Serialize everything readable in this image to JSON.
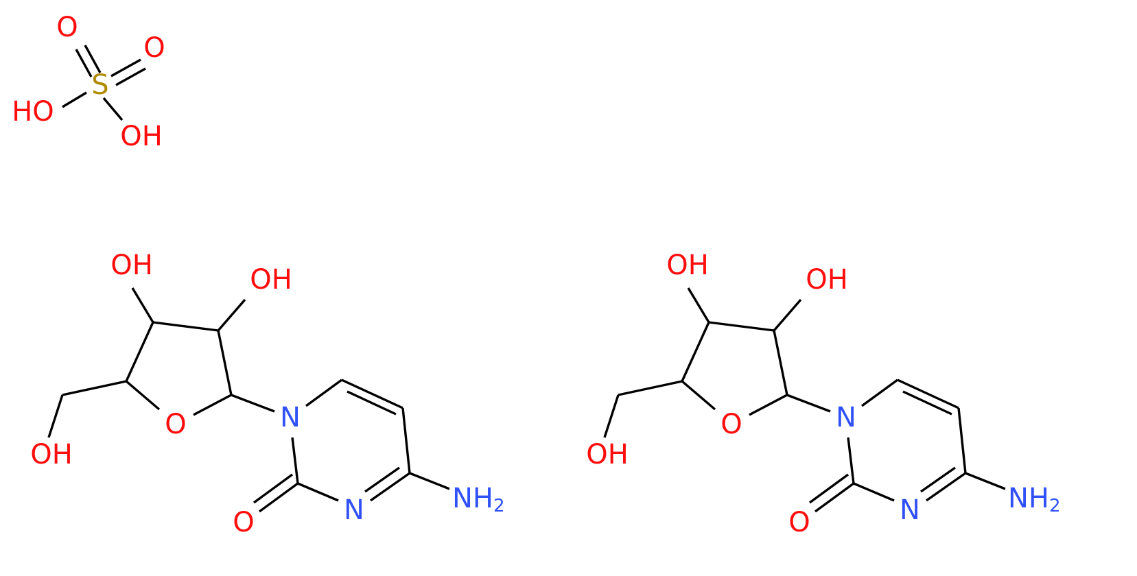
{
  "colors": {
    "bond": "#000000",
    "oxygen": "#ff0d0d",
    "nitrogen": "#3050f8",
    "sulfur": "#b28a00",
    "background": "#ffffff"
  },
  "sulfuric_acid": {
    "sulfur": "S",
    "oxo_top": "O",
    "oxo_right": "O",
    "hydroxyl_left": "HO",
    "hydroxyl_right": "OH"
  },
  "cytidine_left": {
    "hydroxyl_3": "OH",
    "hydroxyl_2": "OH",
    "hydroxyl_5": "OH",
    "ring_oxygen": "O",
    "n1": "N",
    "n3": "N",
    "carbonyl_o": "O",
    "amino": "NH",
    "amino_subscript": "2"
  },
  "cytidine_right": {
    "hydroxyl_3": "OH",
    "hydroxyl_2": "OH",
    "hydroxyl_5": "OH",
    "ring_oxygen": "O",
    "n1": "N",
    "n3": "N",
    "carbonyl_o": "O",
    "amino": "NH",
    "amino_subscript": "2"
  }
}
